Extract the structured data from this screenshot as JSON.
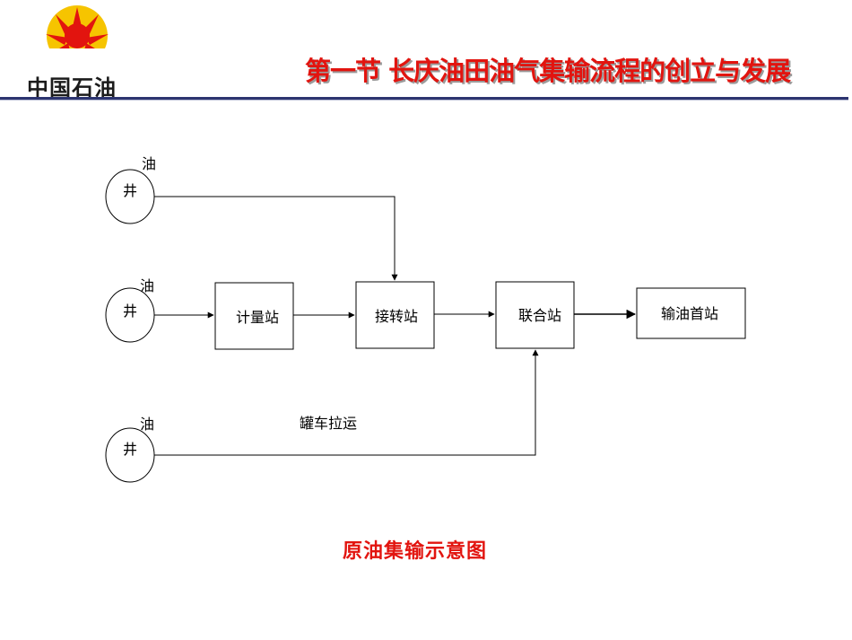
{
  "header": {
    "logo_text": "中国石油",
    "title": "第一节    长庆油田油气集输流程的创立与发展"
  },
  "diagram": {
    "wells": [
      {
        "top": "油",
        "inner": "井"
      },
      {
        "top": "油",
        "inner": "井"
      },
      {
        "top": "油",
        "inner": "井"
      }
    ],
    "stations": [
      "计量站",
      "接转站",
      "联合站",
      "输油首站"
    ],
    "tanker_label": "罐车拉运",
    "caption": "原油集输示意图"
  },
  "colors": {
    "title_red": "#e2140f",
    "rule_navy": "#2c3470",
    "logo_red": "#e2140f",
    "logo_yellow": "#f6c400"
  }
}
